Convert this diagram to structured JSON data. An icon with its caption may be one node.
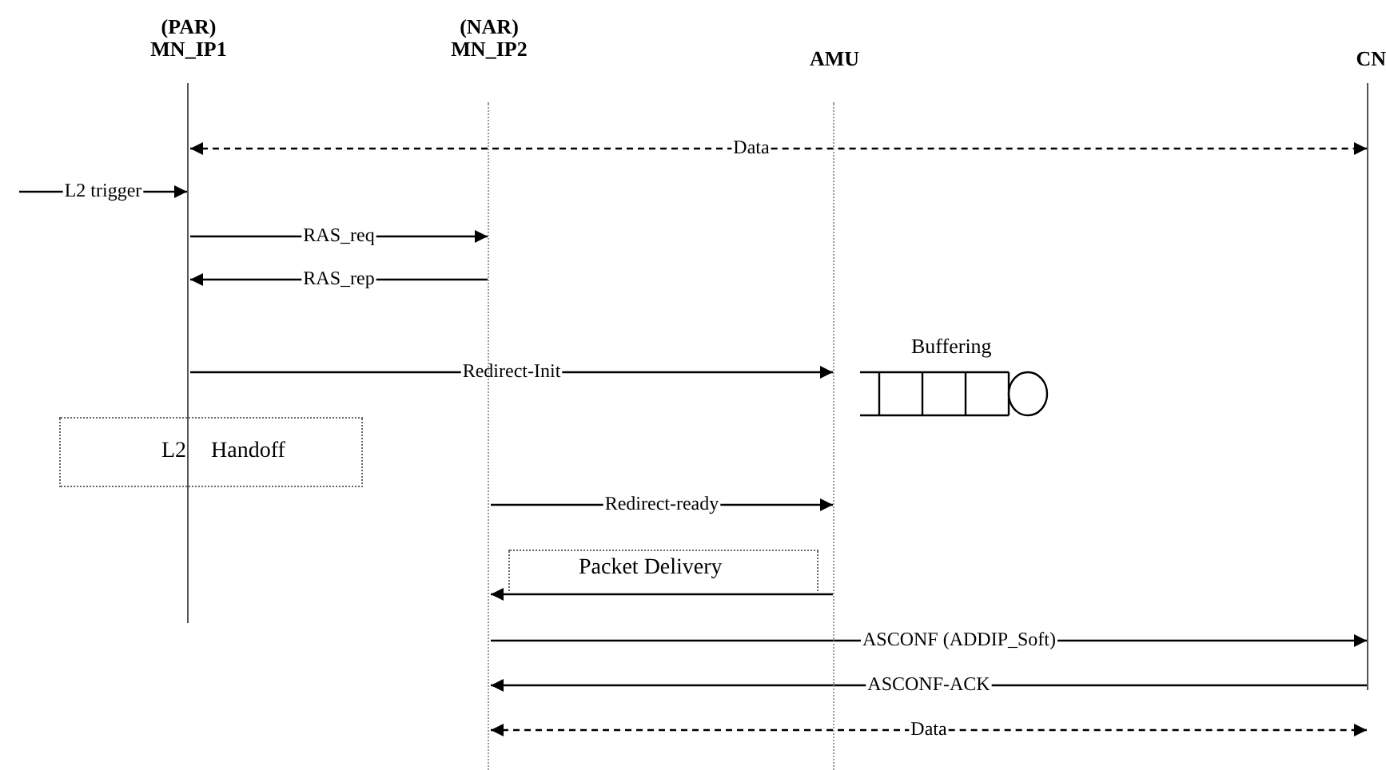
{
  "diagram": {
    "nodes": [
      {
        "text": [
          "(PAR) MN_IP1"
        ]
      },
      {
        "text": [
          "(NAR) MN_IP2"
        ]
      },
      {
        "text": [
          "AMU"
        ]
      },
      {
        "text": [
          "CN"
        ]
      },
      {
        "text": [
          "Buffering"
        ]
      },
      {
        "text": [
          "L2 Handoff"
        ]
      },
      {
        "text": [
          "Packet Delivery"
        ]
      }
    ],
    "edges": [
      {
        "from": 0,
        "to": 3,
        "arrow": "both",
        "label": "Data",
        "style": "dashed"
      },
      {
        "from": null,
        "to": 0,
        "arrow": "to",
        "label": "L2 trigger"
      },
      {
        "from": 0,
        "to": 1,
        "arrow": "to",
        "label": "RAS_req"
      },
      {
        "from": 1,
        "to": 0,
        "arrow": "to",
        "label": "RAS_rep"
      },
      {
        "from": 0,
        "to": 2,
        "arrow": "to",
        "label": "Redirect-Init"
      },
      {
        "from": 1,
        "to": 2,
        "arrow": "to",
        "label": "Redirect-ready"
      },
      {
        "from": 2,
        "to": 1,
        "arrow": "to"
      },
      {
        "from": 1,
        "to": 3,
        "arrow": "to",
        "label": "ASCONF (ADDIP_Soft)"
      },
      {
        "from": 3,
        "to": 1,
        "arrow": "to",
        "label": "ASCONF-ACK"
      },
      {
        "from": 1,
        "to": 3,
        "arrow": "both",
        "label": "Data",
        "style": "dashed"
      }
    ]
  }
}
